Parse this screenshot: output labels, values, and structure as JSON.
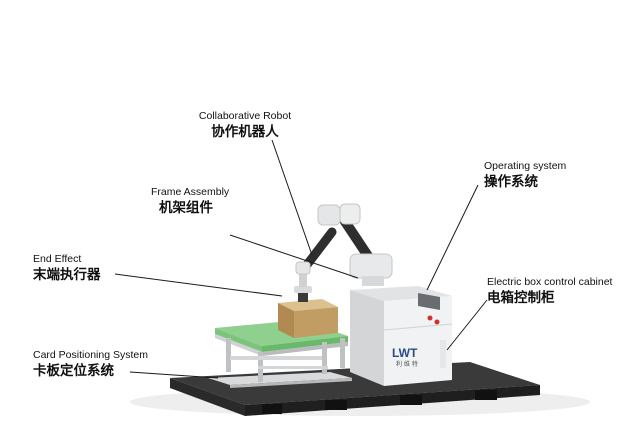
{
  "callouts": {
    "collaborative_robot": {
      "en": "Collaborative Robot",
      "zh": "协作机器人"
    },
    "frame_assembly": {
      "en": "Frame Assembly",
      "zh": "机架组件"
    },
    "end_effect": {
      "en": "End Effect",
      "zh": "末端执行器"
    },
    "card_positioning": {
      "en": "Card Positioning System",
      "zh": "卡板定位系统"
    },
    "operating_system": {
      "en": "Operating system",
      "zh": "操作系统"
    },
    "electric_box": {
      "en": "Electric box control cabinet",
      "zh": "电箱控制柜"
    }
  },
  "machine": {
    "brand_logo": "LWT",
    "brand_caption": "利 维 特"
  },
  "colors": {
    "text": "#111111",
    "leader": "#1a1a1a",
    "cabinet": "#f1f2f3",
    "pallet": "#2b2b2b",
    "conveyor": "#8fd08f",
    "box": "#c9a876",
    "logo_blue": "#2a4a8a",
    "indicator_red": "#d32f2f"
  }
}
